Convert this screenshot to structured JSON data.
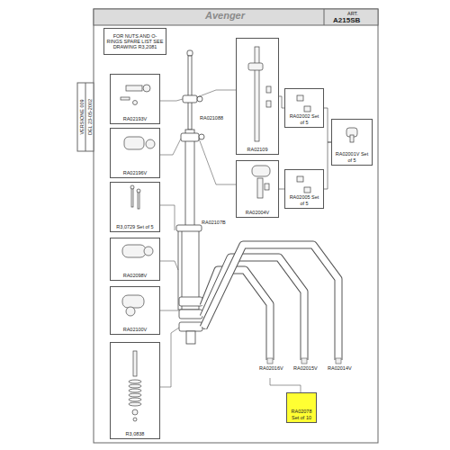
{
  "diagram": {
    "title": "Avenger",
    "nodes": [
      {
        "text": [
          "FOR NUTS AND O-RINGS SPARE LIST SEE DRAWING R3,2081"
        ]
      },
      {
        "text": [
          "RA02193V"
        ]
      },
      {
        "text": [
          "RA02109"
        ]
      },
      {
        "text": [
          "RA02002 Set of 5"
        ]
      },
      {
        "text": [
          "RA02001V Set of 5"
        ]
      },
      {
        "text": [
          "RA02196V"
        ]
      },
      {
        "text": [
          "RA02004V"
        ]
      },
      {
        "text": [
          "RA02005 Set of 5"
        ]
      },
      {
        "text": [
          "R3,0729 Set of 5"
        ]
      },
      {
        "text": [
          "RA02098V"
        ]
      },
      {
        "text": [
          "RA02100V"
        ]
      },
      {
        "text": [
          "R3,0838"
        ]
      },
      {
        "text": [
          "RA02078 Set of 10"
        ]
      }
    ],
    "edges": [
      {
        "from": 2,
        "to": 3,
        "arrow": "none"
      },
      {
        "from": 3,
        "to": 4,
        "arrow": "none"
      },
      {
        "from": 6,
        "to": 7,
        "arrow": "none"
      },
      {
        "from": 7,
        "to": 4,
        "arrow": "none"
      }
    ],
    "labels": [
      "ART.",
      "A215SB",
      "VERSIONE 009",
      "DEL 23-05-2002",
      "RA021088",
      "RA02107B",
      "RA02016V",
      "RA02015V",
      "RA02014V"
    ]
  }
}
